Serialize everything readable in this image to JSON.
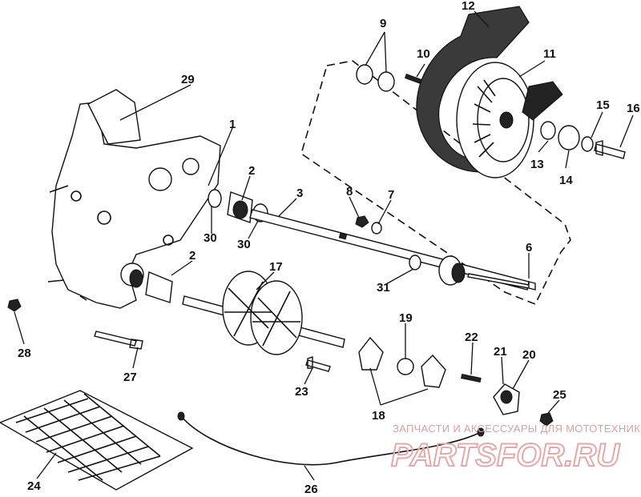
{
  "callouts": {
    "c1": "1",
    "c2a": "2",
    "c2b": "2",
    "c3": "3",
    "c6": "6",
    "c7": "7",
    "c8": "8",
    "c9": "9",
    "c10": "10",
    "c11": "11",
    "c12": "12",
    "c13": "13",
    "c14": "14",
    "c15": "15",
    "c16": "16",
    "c17": "17",
    "c18": "18",
    "c19": "19",
    "c20": "20",
    "c21": "21",
    "c22": "22",
    "c23": "23",
    "c24": "24",
    "c25": "25",
    "c26": "26",
    "c27": "27",
    "c28": "28",
    "c29": "29",
    "c30a": "30",
    "c30b": "30",
    "c31": "31"
  },
  "watermark": {
    "top_text": "ЗАПЧАСТИ И АКСЕССУАРЫ ДЛЯ МОТОТЕХНИКИ",
    "brand_text": "PARTSFOR.RU"
  }
}
